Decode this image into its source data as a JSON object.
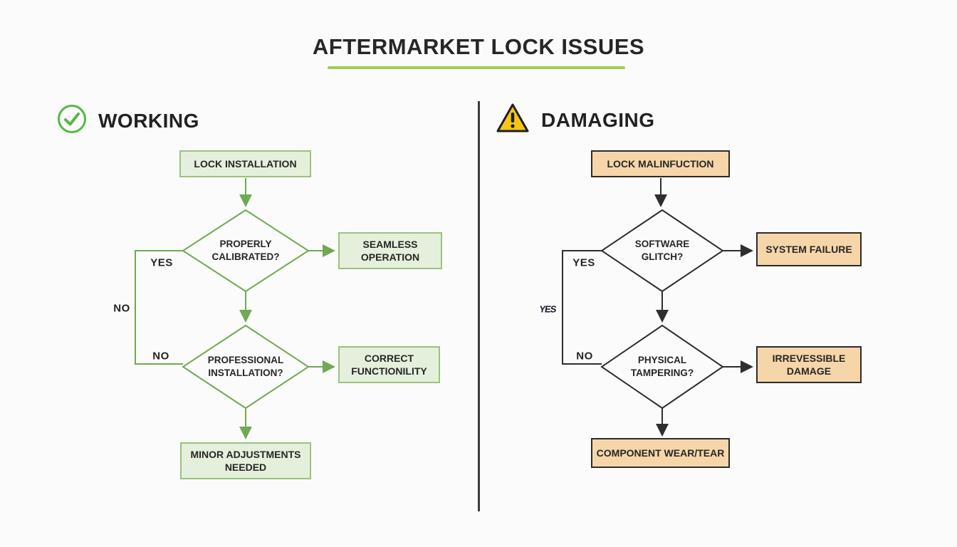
{
  "title": "AFTERMARKET LOCK ISSUES",
  "colors": {
    "background": "#fbfbfb",
    "title_underline": "#a3cc52",
    "green_line": "#6faa52",
    "green_box_fill": "#e5f0dc",
    "green_box_border": "#9cc27e",
    "orange_box_fill": "#f6d6a9",
    "dark_line": "#2e2e2e",
    "check_icon_green": "#57b648",
    "warning_icon_yellow": "#f5c518"
  },
  "left": {
    "header": {
      "label": "WORKING",
      "icon": "check-circle-icon"
    },
    "nodes": {
      "start": "LOCK INSTALLATION",
      "decision1": "PROPERLY CALIBRATED?",
      "outcome1": "SEAMLESS OPERATION",
      "decision2": "PROFESSIONAL INSTALLATION?",
      "outcome2": "CORRECT FUNCTIONILITY",
      "end": "MINOR ADJUSTMENTS NEEDED"
    },
    "edge_labels": {
      "yes_top": "YES",
      "no_side": "NO",
      "no_bottom": "NO"
    }
  },
  "right": {
    "header": {
      "label": "DAMAGING",
      "icon": "warning-triangle-icon"
    },
    "nodes": {
      "start": "LOCK MALINFUCTION",
      "decision1": "SOFTWARE GLITCH?",
      "outcome1": "SYSTEM FAILURE",
      "decision2": "PHYSICAL TAMPERING?",
      "outcome2": "IRREVESSIBLE DAMAGE",
      "end": "COMPONENT WEAR/TEAR"
    },
    "edge_labels": {
      "yes_top": "YES",
      "yes_side": "YES",
      "no_bottom": "NO"
    }
  }
}
